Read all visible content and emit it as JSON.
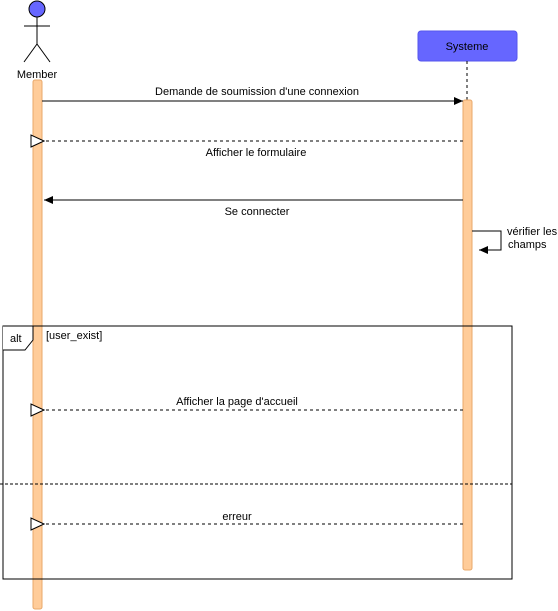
{
  "participants": {
    "member": {
      "label": "Member"
    },
    "systeme": {
      "label": "Systeme"
    }
  },
  "colors": {
    "activation": "#FFCC99",
    "activation_stroke": "#E8A86A",
    "system_box": "#6666FF",
    "actor_head": "#6666FF",
    "line": "#000000"
  },
  "messages": [
    {
      "label": "Demande de soumission d'une connexion",
      "kind": "sync",
      "from": "member",
      "to": "systeme"
    },
    {
      "label": "Afficher le formulaire",
      "kind": "return",
      "from": "systeme",
      "to": "member"
    },
    {
      "label": "Se connecter",
      "kind": "sync",
      "from": "systeme",
      "to": "member"
    },
    {
      "label_line1": "vérifier les",
      "label_line2": "champs",
      "kind": "self",
      "from": "systeme",
      "to": "systeme"
    },
    {
      "label": "Afficher la page d'accueil",
      "kind": "return",
      "from": "systeme",
      "to": "member"
    },
    {
      "label": "erreur",
      "kind": "return",
      "from": "systeme",
      "to": "member"
    }
  ],
  "fragment": {
    "operator": "alt",
    "guard": "[user_exist]"
  }
}
